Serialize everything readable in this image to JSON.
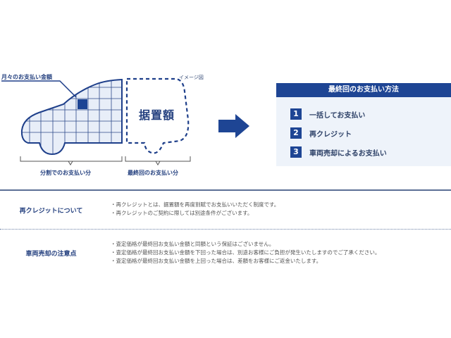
{
  "diagram": {
    "monthly_label": "月々のお支払い金額",
    "image_note": "イメージ図",
    "deferred_label": "据置額",
    "installment_label": "分割でのお支払い分",
    "final_label": "最終回のお支払い分"
  },
  "methods_box": {
    "title": "最終回のお支払い方法",
    "options": [
      {
        "num": "1",
        "label": "一括してお支払い"
      },
      {
        "num": "2",
        "label": "再クレジット"
      },
      {
        "num": "3",
        "label": "車両売却によるお支払い"
      }
    ]
  },
  "sections": [
    {
      "title": "再クレジットについて",
      "notes": [
        "・再クレジットとは、据置額を再度割賦でお支払いいただく制度です。",
        "・再クレジットのご契約に際しては別途条件がございます。"
      ]
    },
    {
      "title": "車両売却の注意点",
      "notes": [
        "・査定価格が最終回お支払い金額と同額という保証はございません。",
        "・査定価格が最終回お支払い金額を下回った場合は、別途お客様にご負担が発生いたしますのでご了承ください。",
        "・査定価格が最終回お支払い金額を上回った場合は、差額をお客様にご返金いたします。"
      ]
    }
  ],
  "colors": {
    "navy": "#1e4594",
    "box_bg": "#eef3fa",
    "grid_fill": "#e8eef8"
  }
}
